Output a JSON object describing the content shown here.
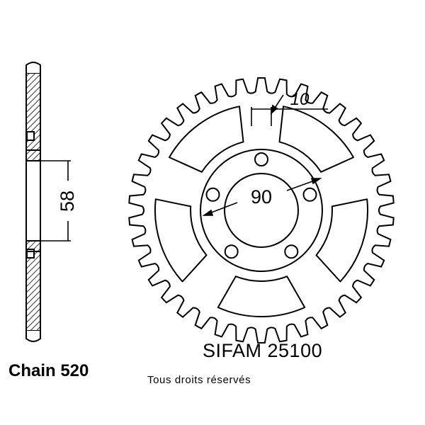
{
  "diagram": {
    "teeth": 38,
    "dimensions": {
      "hub_depth": "58",
      "bolt_circle": "90",
      "bolt_hole": "10"
    }
  },
  "labels": {
    "reference": "SIFAM  25100",
    "chain": "Chain 520",
    "rights": "Tous droits réservés"
  }
}
